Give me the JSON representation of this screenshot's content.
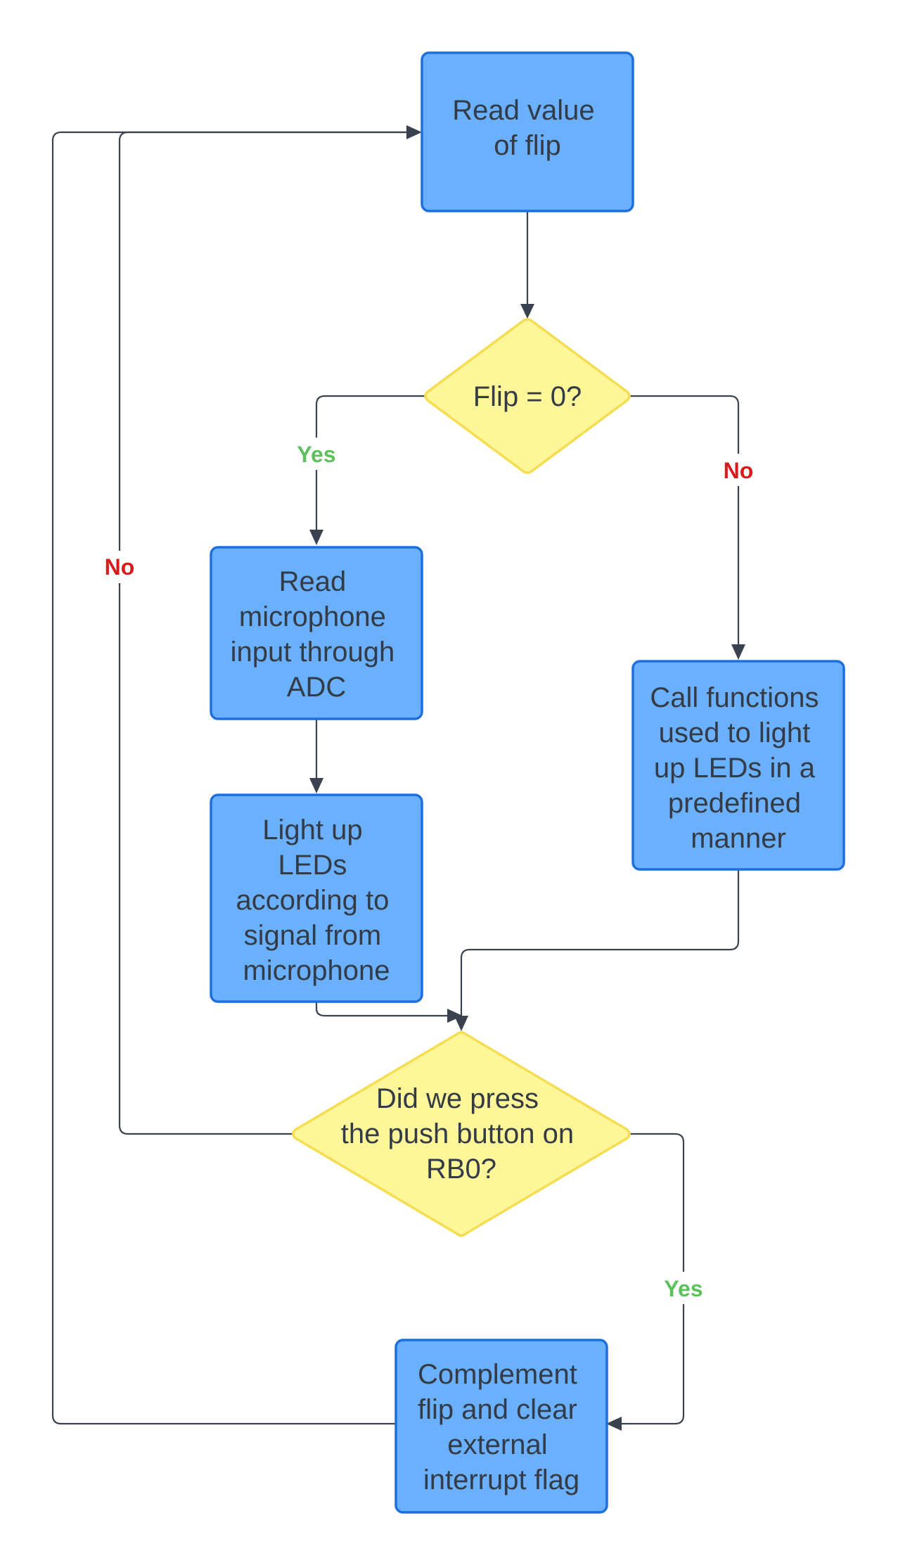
{
  "nodes": {
    "read_flip": {
      "lines": [
        "Read value",
        "of flip"
      ]
    },
    "flip_check": {
      "lines": [
        "Flip = 0?"
      ]
    },
    "read_mic": {
      "lines": [
        "Read",
        "microphone",
        "input through",
        "ADC"
      ]
    },
    "light_leds": {
      "lines": [
        "Light up",
        "LEDs",
        "according to",
        "signal from",
        "microphone"
      ]
    },
    "call_functions": {
      "lines": [
        "Call functions",
        "used to light",
        "up LEDs in a",
        "predefined",
        "manner"
      ]
    },
    "button_check": {
      "lines": [
        "Did we press",
        "the push button on",
        "RB0?"
      ]
    },
    "complement": {
      "lines": [
        "Complement",
        "flip and clear",
        "external",
        "interrupt flag"
      ]
    }
  },
  "edge_labels": {
    "flip_yes": "Yes",
    "flip_no": "No",
    "button_no": "No",
    "button_yes": "Yes"
  },
  "colors": {
    "process_fill": "#6ab0fc",
    "process_stroke": "#1d6fe0",
    "decision_fill": "#fff599",
    "decision_stroke": "#f5dd52",
    "yes": "#5cc15c",
    "no": "#d51b1b"
  }
}
